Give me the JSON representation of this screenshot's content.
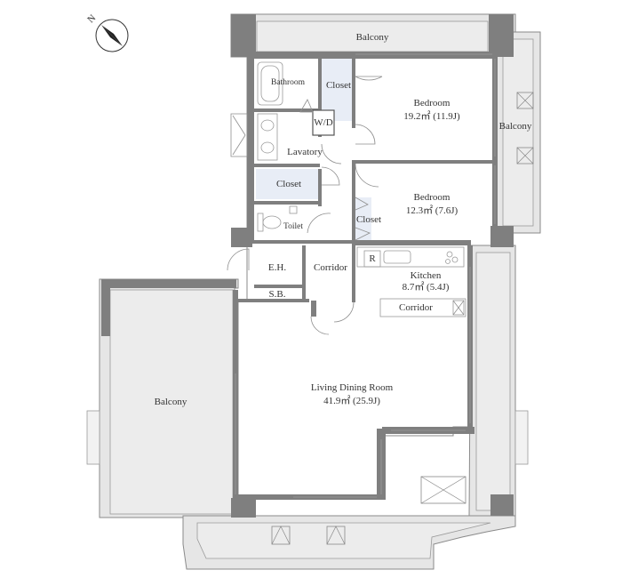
{
  "compass": {
    "label": "N"
  },
  "rooms": {
    "balcony_top": {
      "name": "Balcony"
    },
    "balcony_right": {
      "name": "Balcony"
    },
    "balcony_left": {
      "name": "Balcony"
    },
    "bathroom": {
      "name": "Bathroom"
    },
    "closet_top": {
      "name": "Closet"
    },
    "wd": {
      "name": "W/D"
    },
    "lavatory": {
      "name": "Lavatory"
    },
    "closet_mid": {
      "name": "Closet"
    },
    "toilet": {
      "name": "Toilet"
    },
    "bedroom1": {
      "name": "Bedroom",
      "area": "19.2㎡ (11.9J)"
    },
    "bedroom2": {
      "name": "Bedroom",
      "area": "12.3㎡ (7.6J)"
    },
    "closet_small": {
      "name": "Closet"
    },
    "eh": {
      "name": "E.H."
    },
    "sb": {
      "name": "S.B."
    },
    "corridor1": {
      "name": "Corridor"
    },
    "fridge": {
      "name": "R"
    },
    "kitchen": {
      "name": "Kitchen",
      "area": "8.7㎡ (5.4J)"
    },
    "corridor2": {
      "name": "Corridor"
    },
    "living": {
      "name": "Living Dining Room",
      "area": "41.9㎡ (25.9J)"
    }
  },
  "colors": {
    "wall": "#7f7f7f",
    "balcony": "#e6e6e6",
    "closet": "#e8edf6",
    "outline": "#8a8a8a",
    "background": "#ffffff"
  }
}
